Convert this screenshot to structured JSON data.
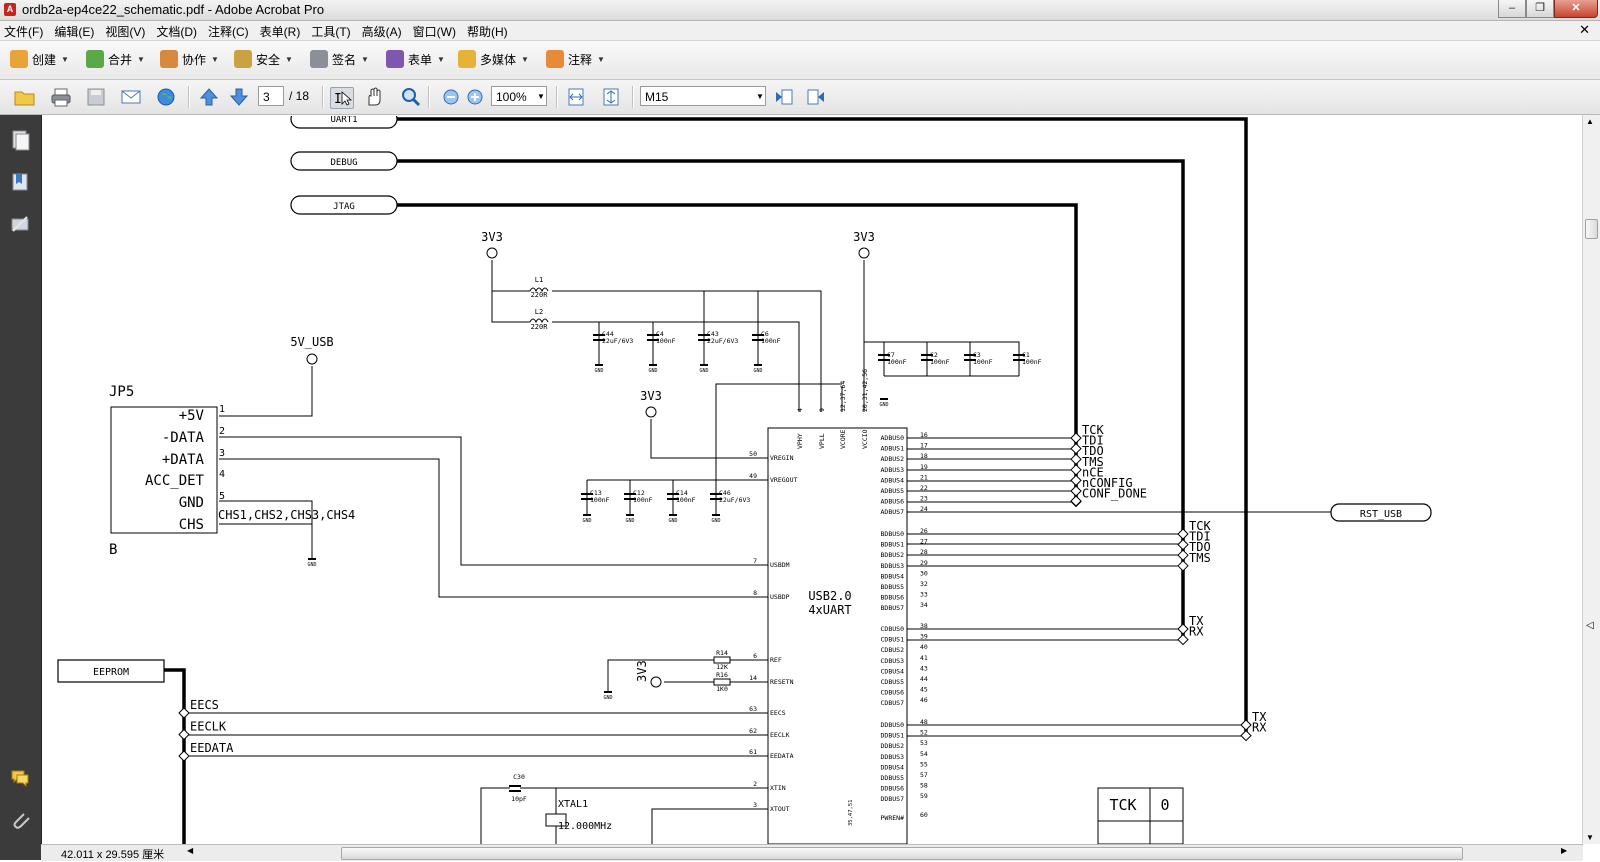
{
  "window": {
    "title": "ordb2a-ep4ce22_schematic.pdf - Adobe Acrobat Pro",
    "app_icon": "pdf-icon"
  },
  "menu": [
    "文件(F)",
    "编辑(E)",
    "视图(V)",
    "文档(D)",
    "注释(C)",
    "表单(R)",
    "工具(T)",
    "高级(A)",
    "窗口(W)",
    "帮助(H)"
  ],
  "toolbar1": [
    {
      "label": "创建",
      "icon": "create-icon"
    },
    {
      "label": "合并",
      "icon": "combine-icon"
    },
    {
      "label": "协作",
      "icon": "collaborate-icon"
    },
    {
      "label": "安全",
      "icon": "lock-icon"
    },
    {
      "label": "签名",
      "icon": "pen-icon"
    },
    {
      "label": "表单",
      "icon": "form-icon"
    },
    {
      "label": "多媒体",
      "icon": "multimedia-icon"
    },
    {
      "label": "注释",
      "icon": "comment-icon"
    }
  ],
  "toolbar2": {
    "page_current": "3",
    "page_total": "/ 18",
    "zoom": "100%",
    "find": "M15"
  },
  "status": {
    "page_size": "42.011 x 29.595 厘米"
  },
  "schematic": {
    "buses": [
      "UART1",
      "DEBUG",
      "JTAG",
      "EEPROM",
      "RST_USB"
    ],
    "power": [
      "3V3",
      "3V3",
      "3V3",
      "5V_USB",
      "3V3"
    ],
    "connector": {
      "ref": "JP5",
      "foot": "B",
      "pins": [
        "+5V",
        "-DATA",
        "+DATA",
        "ACC_DET",
        "GND",
        "CHS"
      ],
      "pin_numbers": [
        "1",
        "2",
        "3",
        "4",
        "5"
      ],
      "chs_note": "CHS1,CHS2,CHS3,CHS4"
    },
    "inductors": [
      {
        "ref": "L1",
        "val": "220R"
      },
      {
        "ref": "L2",
        "val": "220R"
      }
    ],
    "caps_a": [
      {
        "ref": "C44",
        "val": "22uF/6V3"
      },
      {
        "ref": "C4",
        "val": "100nF"
      },
      {
        "ref": "C43",
        "val": "22uF/6V3"
      },
      {
        "ref": "C6",
        "val": "100nF"
      }
    ],
    "caps_b": [
      {
        "ref": "C7",
        "val": "100nF"
      },
      {
        "ref": "C2",
        "val": "100nF"
      },
      {
        "ref": "C3",
        "val": "100nF"
      },
      {
        "ref": "C1",
        "val": "100nF"
      }
    ],
    "caps_c": [
      {
        "ref": "C13",
        "val": "100nF"
      },
      {
        "ref": "C12",
        "val": "100nF"
      },
      {
        "ref": "C14",
        "val": "100nF"
      },
      {
        "ref": "C46",
        "val": "22uF/6V3"
      }
    ],
    "chip": {
      "title1": "USB2.0",
      "title2": "4xUART",
      "top_pins": [
        "VPHY",
        "VPLL",
        "VCORE",
        "VCCIO"
      ],
      "top_nums": [
        "4",
        "9",
        "12,37,64",
        "20,31,42,56"
      ],
      "left_pins": [
        {
          "num": "50",
          "name": "VREGIN"
        },
        {
          "num": "49",
          "name": "VREGOUT"
        },
        {
          "num": "7",
          "name": "USBDM"
        },
        {
          "num": "8",
          "name": "USBDP"
        },
        {
          "num": "6",
          "name": "REF"
        },
        {
          "num": "14",
          "name": "RESETN"
        },
        {
          "num": "63",
          "name": "EECS"
        },
        {
          "num": "62",
          "name": "EECLK"
        },
        {
          "num": "61",
          "name": "EEDATA"
        },
        {
          "num": "2",
          "name": "XTIN"
        },
        {
          "num": "3",
          "name": "XTOUT"
        }
      ],
      "adbus": [
        {
          "n": "ADBUS0",
          "p": "16"
        },
        {
          "n": "ADBUS1",
          "p": "17"
        },
        {
          "n": "ADBUS2",
          "p": "18"
        },
        {
          "n": "ADBUS3",
          "p": "19"
        },
        {
          "n": "ADBUS4",
          "p": "21"
        },
        {
          "n": "ADBUS5",
          "p": "22"
        },
        {
          "n": "ADBUS6",
          "p": "23"
        },
        {
          "n": "ADBUS7",
          "p": "24"
        }
      ],
      "bdbus": [
        {
          "n": "BDBUS0",
          "p": "26"
        },
        {
          "n": "BDBUS1",
          "p": "27"
        },
        {
          "n": "BDBUS2",
          "p": "28"
        },
        {
          "n": "BDBUS3",
          "p": "29"
        },
        {
          "n": "BDBUS4",
          "p": "30"
        },
        {
          "n": "BDBUS5",
          "p": "32"
        },
        {
          "n": "BDBUS6",
          "p": "33"
        },
        {
          "n": "BDBUS7",
          "p": "34"
        }
      ],
      "cdbus": [
        {
          "n": "CDBUS0",
          "p": "38"
        },
        {
          "n": "CDBUS1",
          "p": "39"
        },
        {
          "n": "CDBUS2",
          "p": "40"
        },
        {
          "n": "CDBUS3",
          "p": "41"
        },
        {
          "n": "CDBUS4",
          "p": "43"
        },
        {
          "n": "CDBUS5",
          "p": "44"
        },
        {
          "n": "CDBUS6",
          "p": "45"
        },
        {
          "n": "CDBUS7",
          "p": "46"
        }
      ],
      "ddbus": [
        {
          "n": "DDBUS0",
          "p": "48"
        },
        {
          "n": "DDBUS1",
          "p": "52"
        },
        {
          "n": "DDBUS2",
          "p": "53"
        },
        {
          "n": "DDBUS3",
          "p": "54"
        },
        {
          "n": "DDBUS4",
          "p": "55"
        },
        {
          "n": "DDBUS5",
          "p": "57"
        },
        {
          "n": "DDBUS6",
          "p": "58"
        },
        {
          "n": "DDBUS7",
          "p": "59"
        }
      ],
      "pwren": {
        "n": "PWREN#",
        "p": "60"
      },
      "bottom_nums": "35,47,51"
    },
    "jtag_signals": [
      "TCK",
      "TDI",
      "TDO",
      "TMS",
      "nCE",
      "nCONFIG",
      "CONF_DONE"
    ],
    "debug_signals": [
      "TCK",
      "TDI",
      "TDO",
      "TMS"
    ],
    "uart_c": [
      "TX",
      "RX"
    ],
    "uart_d": [
      "TX",
      "RX"
    ],
    "ee_signals": [
      "EECS",
      "EECLK",
      "EEDATA"
    ],
    "resistors": [
      {
        "ref": "R14",
        "val": "12K"
      },
      {
        "ref": "R16",
        "val": "1K0"
      }
    ],
    "crystal": {
      "ref": "XTAL1",
      "val": "12.000MHz",
      "cap_ref": "C30",
      "cap_val": "10pF"
    },
    "gnd": "GND",
    "table": {
      "a": "TCK",
      "b": "0"
    }
  }
}
